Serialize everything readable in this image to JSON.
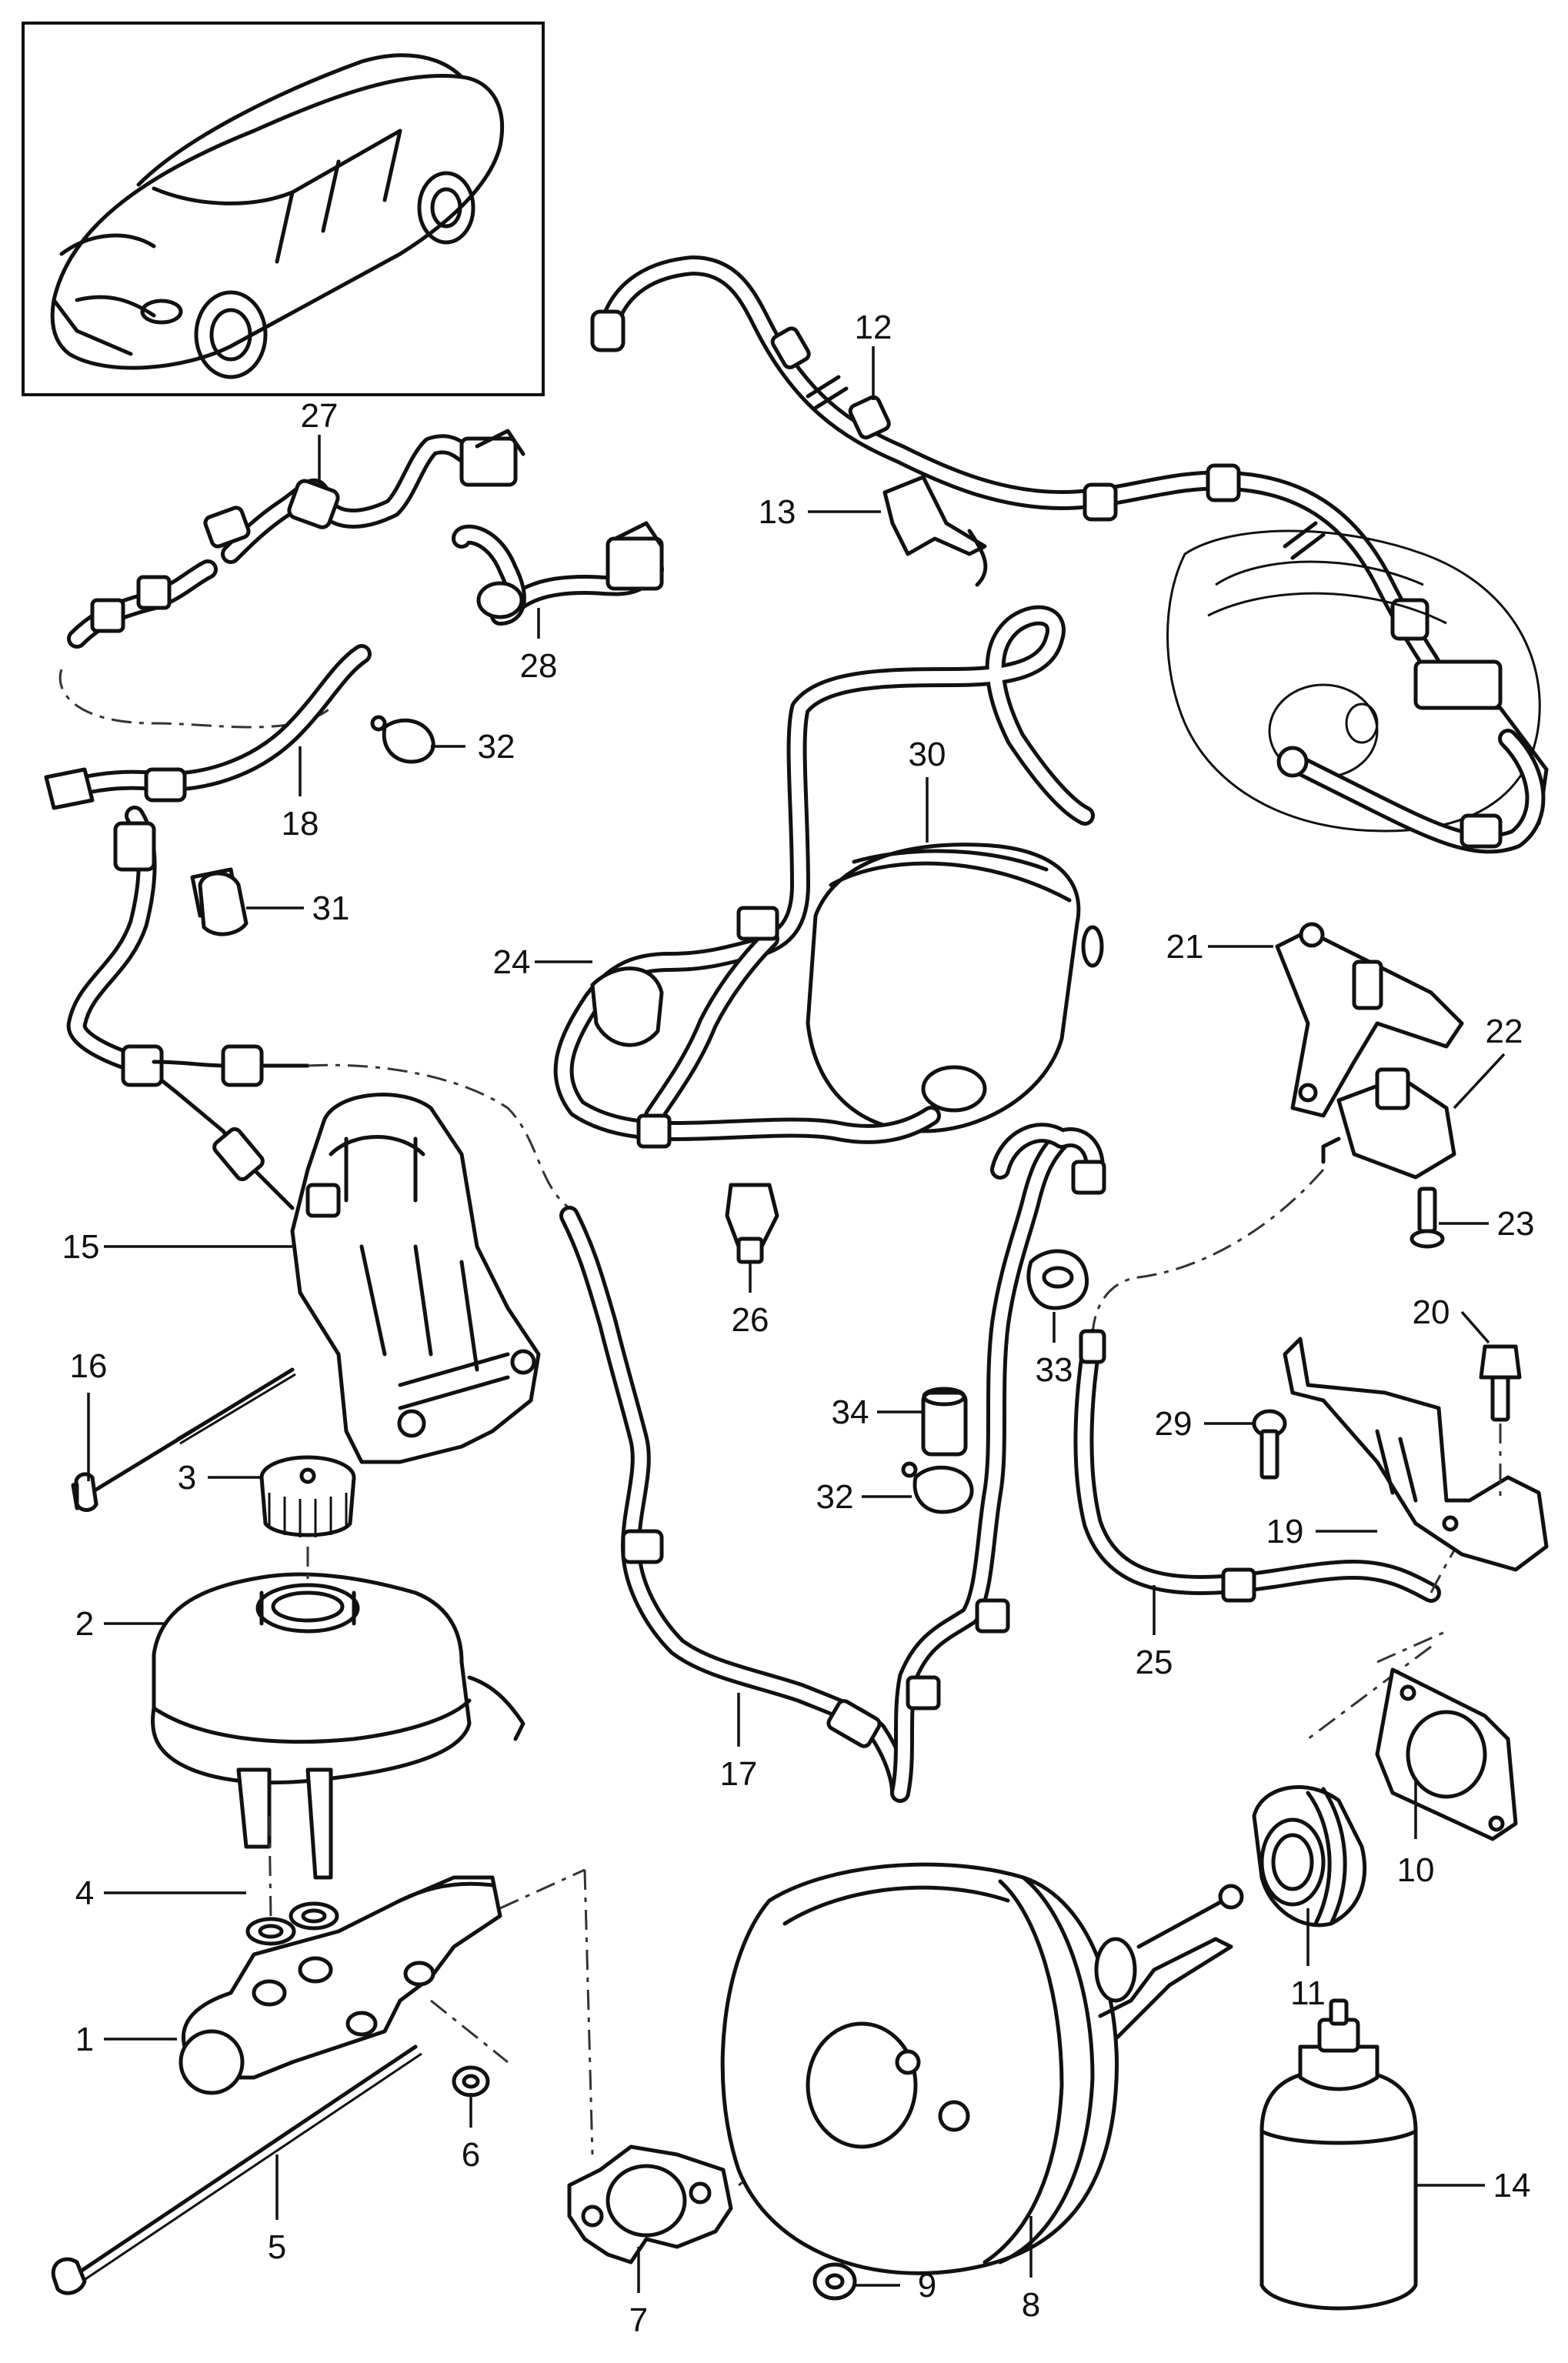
{
  "diagram": {
    "callouts": [
      {
        "id": "c1",
        "label": "1"
      },
      {
        "id": "c2",
        "label": "2"
      },
      {
        "id": "c3",
        "label": "3"
      },
      {
        "id": "c4",
        "label": "4"
      },
      {
        "id": "c5",
        "label": "5"
      },
      {
        "id": "c6",
        "label": "6"
      },
      {
        "id": "c7",
        "label": "7"
      },
      {
        "id": "c8",
        "label": "8"
      },
      {
        "id": "c9",
        "label": "9"
      },
      {
        "id": "c10",
        "label": "10"
      },
      {
        "id": "c11",
        "label": "11"
      },
      {
        "id": "c12",
        "label": "12"
      },
      {
        "id": "c13",
        "label": "13"
      },
      {
        "id": "c14",
        "label": "14"
      },
      {
        "id": "c15",
        "label": "15"
      },
      {
        "id": "c16",
        "label": "16"
      },
      {
        "id": "c17",
        "label": "17"
      },
      {
        "id": "c18",
        "label": "18"
      },
      {
        "id": "c19",
        "label": "19"
      },
      {
        "id": "c20",
        "label": "20"
      },
      {
        "id": "c21",
        "label": "21"
      },
      {
        "id": "c22",
        "label": "22"
      },
      {
        "id": "c23",
        "label": "23"
      },
      {
        "id": "c24",
        "label": "24"
      },
      {
        "id": "c25",
        "label": "25"
      },
      {
        "id": "c26",
        "label": "26"
      },
      {
        "id": "c27",
        "label": "27"
      },
      {
        "id": "c28",
        "label": "28"
      },
      {
        "id": "c29",
        "label": "29"
      },
      {
        "id": "c30",
        "label": "30"
      },
      {
        "id": "c31",
        "label": "31"
      },
      {
        "id": "c32a",
        "label": "32"
      },
      {
        "id": "c32b",
        "label": "32"
      },
      {
        "id": "c33",
        "label": "33"
      },
      {
        "id": "c34",
        "label": "34"
      }
    ]
  }
}
